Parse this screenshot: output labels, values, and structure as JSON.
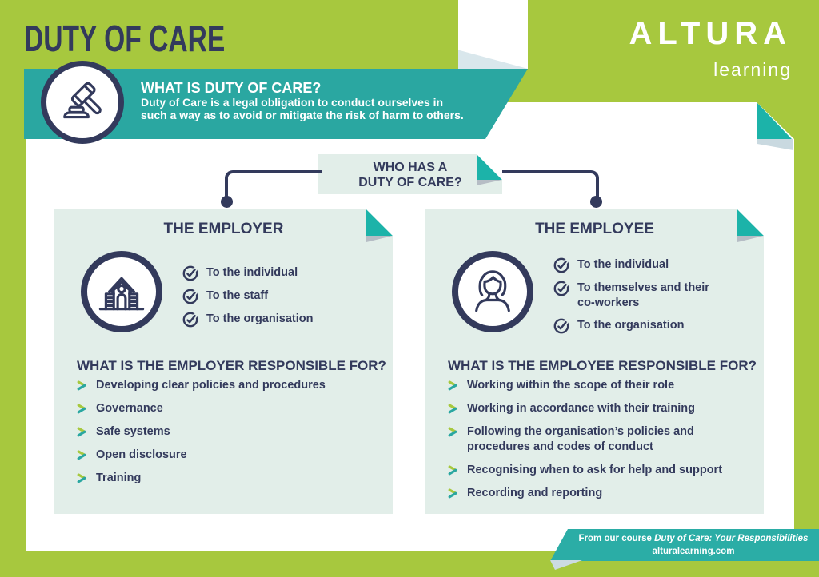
{
  "page_title": "DUTY OF CARE",
  "brand": {
    "name": "ALTURA",
    "tagline": "learning"
  },
  "colors": {
    "lime": "#a7c83e",
    "teal": "#2aa7a1",
    "fold_teal": "#1cb3a9",
    "navy": "#333a5c",
    "mint": "#e2eee9",
    "white": "#ffffff"
  },
  "intro": {
    "icon": "gavel-icon",
    "heading": "WHAT IS DUTY OF CARE?",
    "body_lines": [
      "Duty of Care is a legal obligation to conduct ourselves in",
      "such a way as to avoid or mitigate the risk of harm to others."
    ]
  },
  "question_box": {
    "line1": "WHO HAS A",
    "line2": "DUTY OF CARE?"
  },
  "cards": [
    {
      "title": "THE EMPLOYER",
      "icon": "building-icon",
      "duties": [
        "To the individual",
        "To the staff",
        "To the organisation"
      ],
      "responsible_heading": "WHAT IS THE EMPLOYER RESPONSIBLE FOR?",
      "responsibilities": [
        "Developing clear policies and procedures",
        "Governance",
        "Safe systems",
        "Open disclosure",
        "Training"
      ]
    },
    {
      "title": "THE EMPLOYEE",
      "icon": "person-icon",
      "duties": [
        "To the individual",
        "To themselves and their co-workers",
        "To the organisation"
      ],
      "responsible_heading": "WHAT IS THE EMPLOYEE RESPONSIBLE FOR?",
      "responsibilities": [
        "Working within the scope of their role",
        "Working in accordance with their training",
        "Following the organisation’s policies and procedures and codes of conduct",
        "Recognising when to ask for help and support",
        "Recording and reporting"
      ]
    }
  ],
  "footer": {
    "prefix": "From our course ",
    "course": "Duty of Care: Your Responsibilities",
    "website": "alturalearning.com"
  }
}
